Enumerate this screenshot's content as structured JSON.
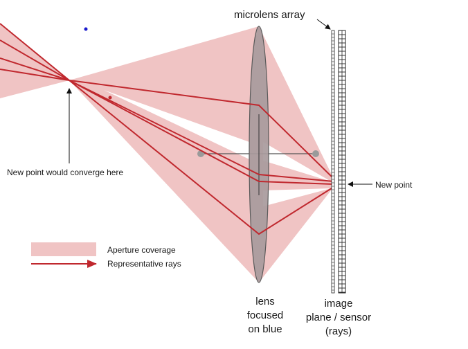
{
  "labels": {
    "microlens_array": "microlens array",
    "new_point": "New point",
    "converge": "New point would converge here",
    "lens": [
      "lens",
      "focused",
      "on blue"
    ],
    "sensor": [
      "image",
      "plane / sensor",
      "(rays)"
    ]
  },
  "legend": {
    "aperture": "Aperture coverage",
    "rays": "Representative rays"
  },
  "colors": {
    "coverage": "#f0c4c4",
    "ray": "#c0282e",
    "lens_fill": "#a89a9c",
    "lens_stroke": "#5a5a5a",
    "blue_dot": "#1a1acc",
    "outline": "#222222"
  }
}
